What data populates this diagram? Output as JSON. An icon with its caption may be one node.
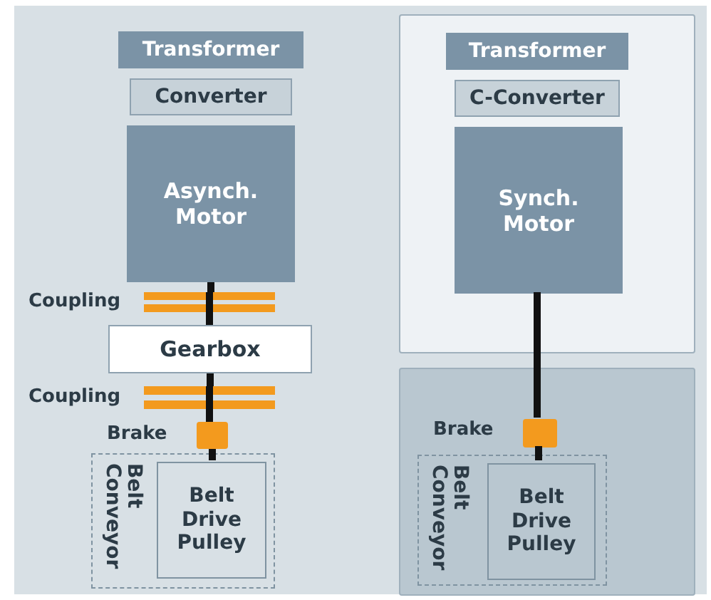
{
  "diagram": {
    "nodes": [
      {
        "text": [
          "Transformer"
        ]
      },
      {
        "text": [
          "Converter"
        ]
      },
      {
        "text": [
          "Asynch. Motor"
        ]
      },
      {
        "text": [],
        "shape": "bar"
      },
      {
        "text": [
          "Gearbox"
        ]
      },
      {
        "text": [],
        "shape": "bar"
      },
      {
        "text": [],
        "shape": "box"
      },
      {
        "text": [
          "Belt Conveyor"
        ]
      },
      {
        "text": [
          "Belt Drive Pulley"
        ],
        "in": 7
      },
      {
        "text": [],
        "shape": "box"
      },
      {
        "text": [
          "Transformer"
        ],
        "in": 9
      },
      {
        "text": [
          "C-Converter"
        ],
        "in": 9
      },
      {
        "text": [
          "Synch. Motor"
        ],
        "in": 9
      },
      {
        "text": [],
        "shape": "box"
      },
      {
        "text": [],
        "shape": "box",
        "beside": [
          "Brake"
        ],
        "in": 13
      },
      {
        "text": [
          "Belt Conveyor"
        ],
        "in": 13
      },
      {
        "text": [
          "Belt Drive Pulley"
        ],
        "in": 15
      }
    ],
    "edges": [
      {
        "from": 2,
        "to": 3,
        "arrow": "none"
      },
      {
        "from": 3,
        "to": 4,
        "arrow": "none"
      },
      {
        "from": 4,
        "to": 5,
        "arrow": "none"
      },
      {
        "from": 5,
        "to": 6,
        "arrow": "none"
      },
      {
        "from": 6,
        "to": 8,
        "arrow": "none"
      },
      {
        "from": 12,
        "to": 14,
        "arrow": "none"
      },
      {
        "from": 14,
        "to": 16,
        "arrow": "none"
      }
    ],
    "labels": [
      "Coupling",
      "Coupling",
      "Brake"
    ]
  }
}
